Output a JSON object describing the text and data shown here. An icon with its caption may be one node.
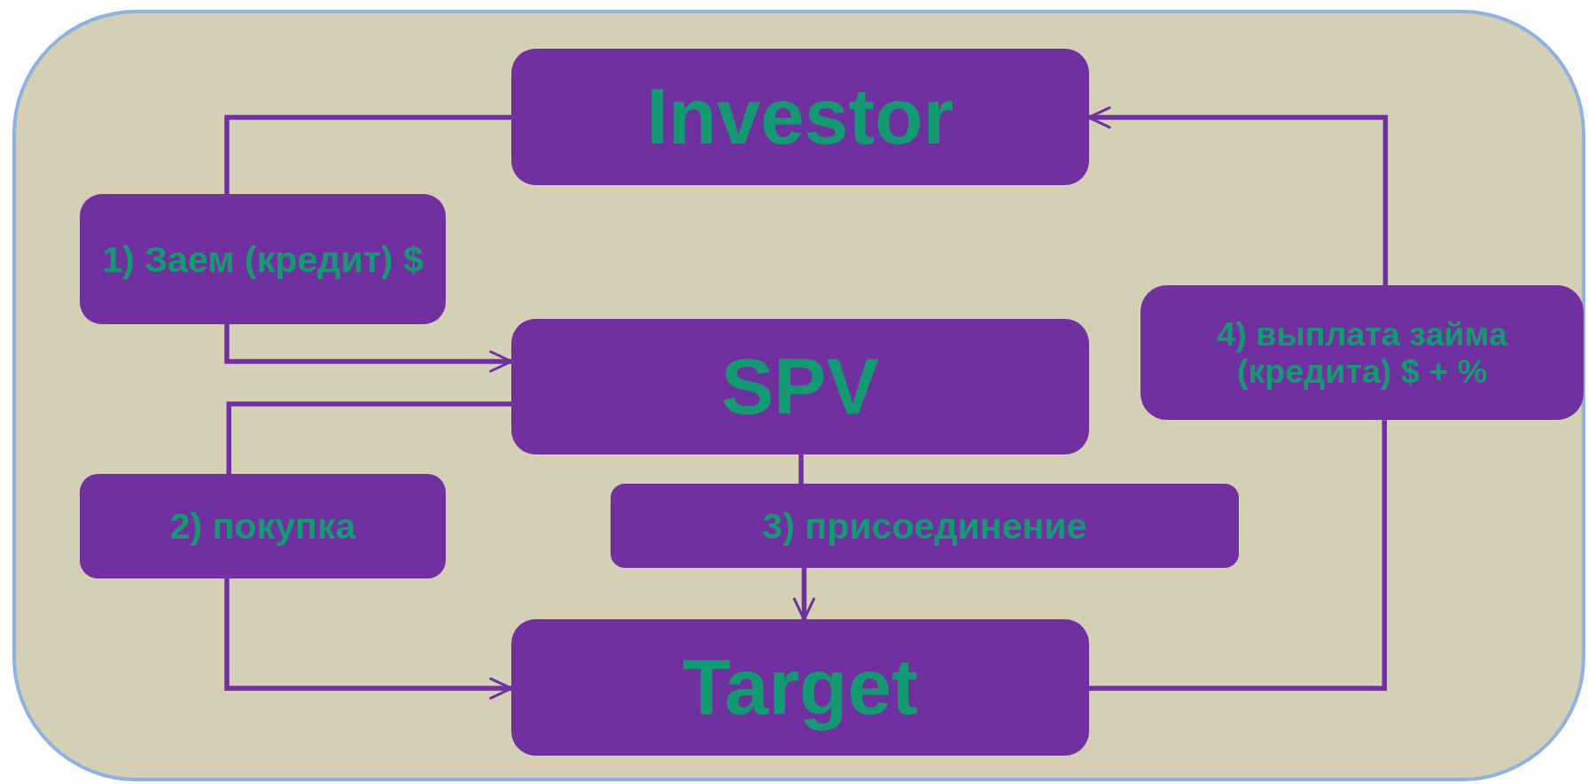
{
  "diagram": {
    "nodes": [
      {
        "text": [
          "Investor"
        ]
      },
      {
        "text": [
          "SPV"
        ]
      },
      {
        "text": [
          "Target"
        ]
      },
      {
        "text": [
          "1) Заем (кредит) $"
        ]
      },
      {
        "text": [
          "2) покупка"
        ]
      },
      {
        "text": [
          "3) присоединение"
        ]
      },
      {
        "text": [
          "4) выплата займа (кредита) $ + %"
        ]
      }
    ],
    "edges": [
      {
        "from": 0,
        "to": 3,
        "arrow": "none"
      },
      {
        "from": 3,
        "to": 1,
        "arrow": "to"
      },
      {
        "from": 1,
        "to": 4,
        "arrow": "none"
      },
      {
        "from": 4,
        "to": 2,
        "arrow": "to"
      },
      {
        "from": 1,
        "to": 5,
        "arrow": "none"
      },
      {
        "from": 5,
        "to": 2,
        "arrow": "to"
      },
      {
        "from": 2,
        "to": 6,
        "arrow": "none"
      },
      {
        "from": 6,
        "to": 0,
        "arrow": "to"
      }
    ]
  }
}
